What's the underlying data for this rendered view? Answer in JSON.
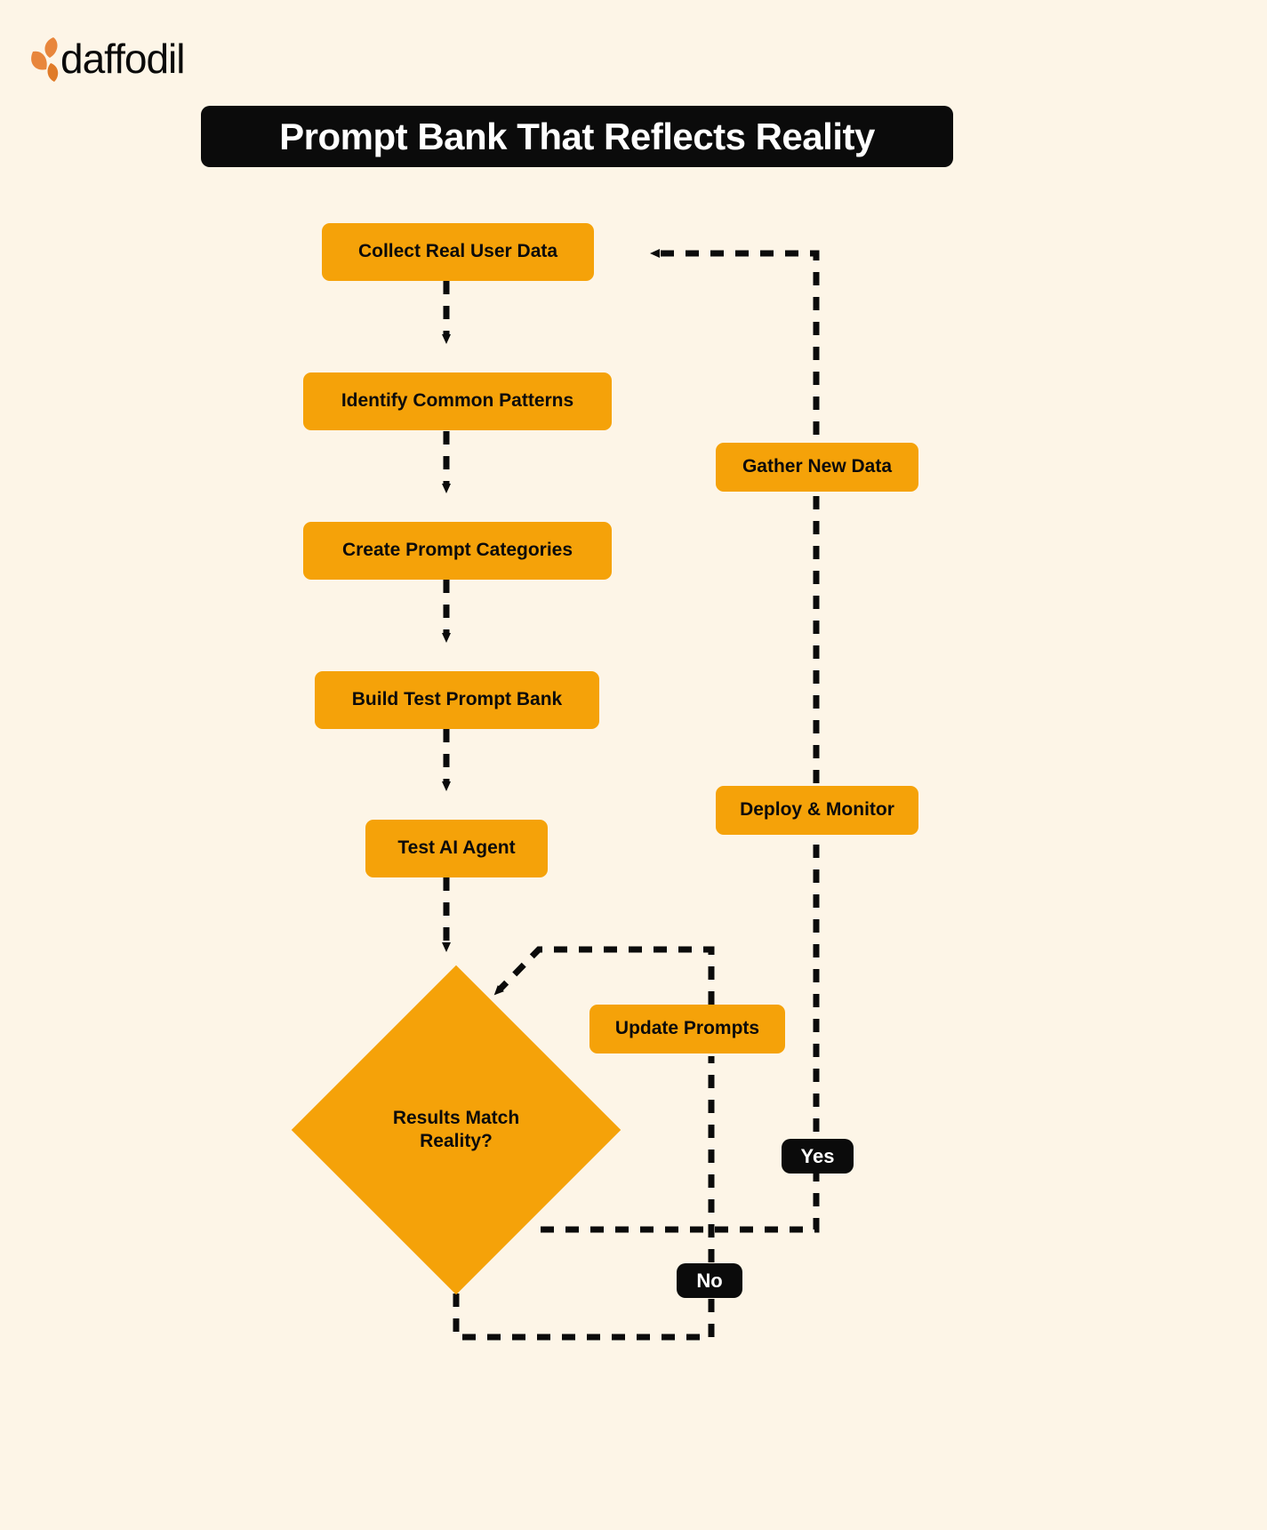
{
  "brand": {
    "name": "daffodil",
    "logo_icon": "daffodil-petals-icon",
    "petal_color": "#E8863C",
    "petal_color_dark": "#E07B28"
  },
  "header": {
    "title": "Prompt Bank That Reflects Reality",
    "banner_bg": "#0B0B0B",
    "banner_text_color": "#FFFFFF"
  },
  "theme": {
    "background": "#FDF5E7",
    "node_fill": "#F5A209",
    "node_text": "#0B0B0B",
    "connector": "#0B0B0B"
  },
  "flow": {
    "type": "flowchart",
    "nodes": [
      {
        "id": "collect",
        "label": "Collect Real User Data",
        "shape": "rounded-rect"
      },
      {
        "id": "identify",
        "label": "Identify Common Patterns",
        "shape": "rounded-rect"
      },
      {
        "id": "create",
        "label": "Create Prompt Categories",
        "shape": "rounded-rect"
      },
      {
        "id": "build",
        "label": "Build Test Prompt Bank",
        "shape": "rounded-rect"
      },
      {
        "id": "test",
        "label": "Test AI Agent",
        "shape": "rounded-rect"
      },
      {
        "id": "decision",
        "label": "Results Match\nReality?",
        "shape": "diamond"
      },
      {
        "id": "update",
        "label": "Update Prompts",
        "shape": "rounded-rect"
      },
      {
        "id": "deploy",
        "label": "Deploy & Monitor",
        "shape": "rounded-rect"
      },
      {
        "id": "gather",
        "label": "Gather New Data",
        "shape": "rounded-rect"
      }
    ],
    "decision_line_1": "Results Match",
    "decision_line_2": "Reality?",
    "branch_labels": {
      "yes": "Yes",
      "no": "No"
    },
    "edges": [
      {
        "from": "collect",
        "to": "identify",
        "label": ""
      },
      {
        "from": "identify",
        "to": "create",
        "label": ""
      },
      {
        "from": "create",
        "to": "build",
        "label": ""
      },
      {
        "from": "build",
        "to": "test",
        "label": ""
      },
      {
        "from": "test",
        "to": "decision",
        "label": ""
      },
      {
        "from": "decision",
        "to": "update",
        "label": "No"
      },
      {
        "from": "update",
        "to": "decision",
        "label": ""
      },
      {
        "from": "decision",
        "to": "deploy",
        "label": "Yes"
      },
      {
        "from": "deploy",
        "to": "gather",
        "label": ""
      },
      {
        "from": "gather",
        "to": "collect",
        "label": ""
      }
    ]
  }
}
